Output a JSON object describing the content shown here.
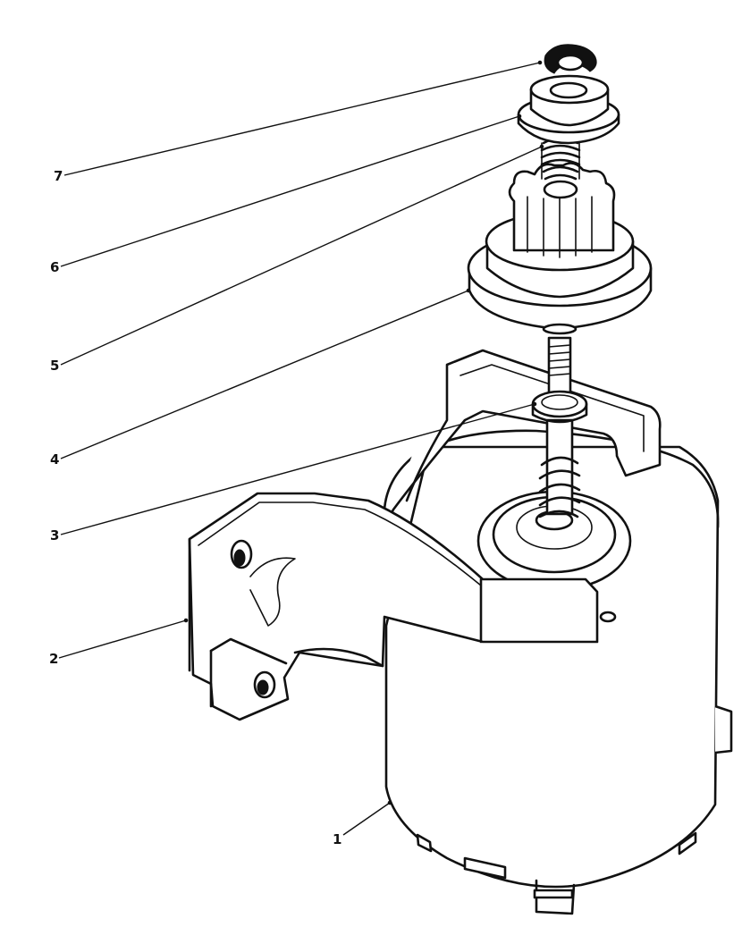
{
  "callouts": [
    {
      "number": "1",
      "part": "motor"
    },
    {
      "number": "2",
      "part": "mounting-bracket"
    },
    {
      "number": "3",
      "part": "washer"
    },
    {
      "number": "4",
      "part": "drive-pinion"
    },
    {
      "number": "5",
      "part": "spring"
    },
    {
      "number": "6",
      "part": "spring-retainer"
    },
    {
      "number": "7",
      "part": "retaining-ring"
    }
  ],
  "colors": {
    "ink": "#111111",
    "paper": "#ffffff"
  }
}
